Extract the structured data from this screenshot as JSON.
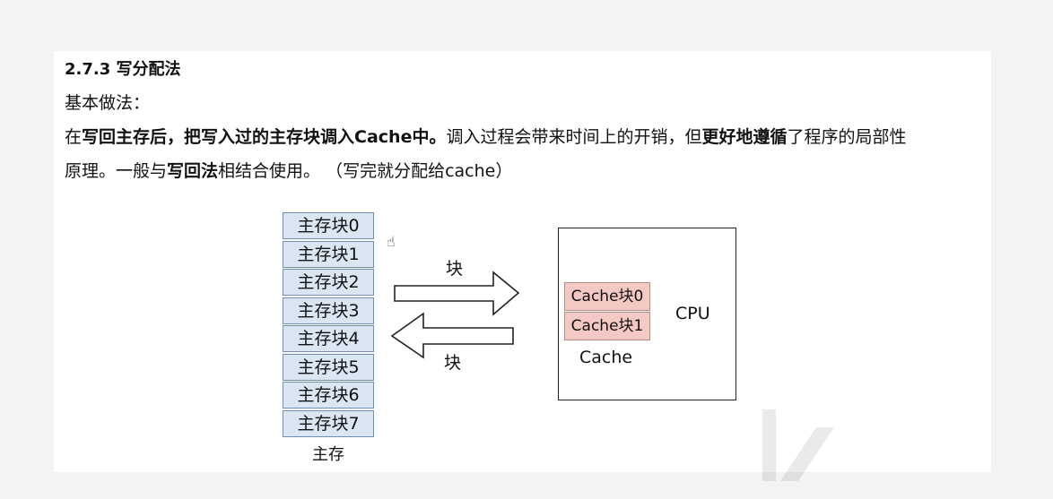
{
  "section": {
    "heading": "2.7.3 写分配法",
    "basic_label": "基本做法：",
    "line2": [
      {
        "text": "在",
        "bold": false
      },
      {
        "text": "写回主存后，把写入过的主存块调入Cache中。",
        "bold": true
      },
      {
        "text": "调入过程会带来时间上的开销，但",
        "bold": false
      },
      {
        "text": "更好地遵循",
        "bold": true
      },
      {
        "text": "了程序的局部性",
        "bold": false
      }
    ],
    "line3": [
      {
        "text": "原理。一般与",
        "bold": false
      },
      {
        "text": "写回法",
        "bold": true
      },
      {
        "text": "相结合使用。 （写完就分配给cache）",
        "bold": false
      }
    ]
  },
  "diagram": {
    "memory_blocks": [
      "主存块0",
      "主存块1",
      "主存块2",
      "主存块3",
      "主存块4",
      "主存块5",
      "主存块6",
      "主存块7"
    ],
    "memory_label": "主存",
    "arrow_right_label": "块",
    "arrow_left_label": "块",
    "cache_blocks": [
      "Cache块0",
      "Cache块1"
    ],
    "cache_label": "Cache",
    "cpu_label": "CPU"
  },
  "colors": {
    "memory_fill": "#dbe6f3",
    "cache_fill": "#f4c8c3"
  }
}
